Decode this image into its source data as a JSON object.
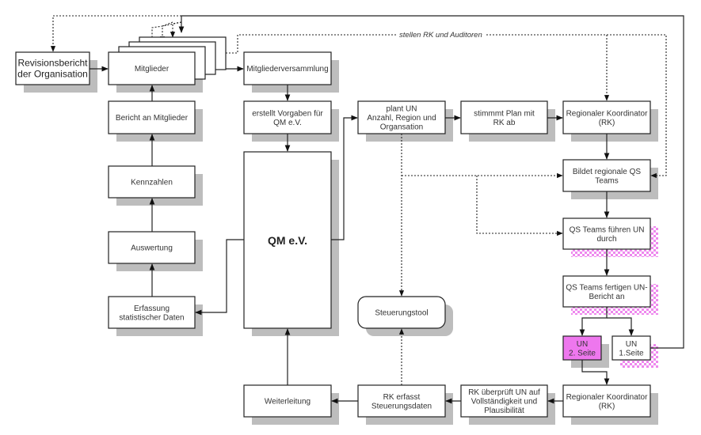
{
  "diagram": {
    "nodes": {
      "revisionsbericht": [
        "Revisionsbericht",
        "der Organisation"
      ],
      "mitglieder": [
        "Mitglieder"
      ],
      "mitgliederversammlung": [
        "Mitgliederversammlung"
      ],
      "bericht": [
        "Bericht an Mitglieder"
      ],
      "vorgaben": [
        "erstellt Vorgaben für",
        "QM e.V."
      ],
      "kennzahlen": [
        "Kennzahlen"
      ],
      "qm": [
        "QM e.V."
      ],
      "auswertung": [
        "Auswertung"
      ],
      "erfassung": [
        "Erfassung",
        "statistischer Daten"
      ],
      "weiterleitung": [
        "Weiterleitung"
      ],
      "plant": [
        "plant UN",
        "Anzahl, Region und",
        "Organsation"
      ],
      "stimmt": [
        "stimmmt Plan mit",
        "RK ab"
      ],
      "rk_top": [
        "Regionaler Koordinator",
        "(RK)"
      ],
      "bildet": [
        "Bildet regionale QS",
        "Teams"
      ],
      "fuehren": [
        "QS Teams führen UN",
        "durch"
      ],
      "fertigen": [
        "QS Teams fertigen UN-",
        "Bericht an"
      ],
      "un2": [
        "UN",
        "2. Seite"
      ],
      "un1": [
        "UN",
        "1.Seite"
      ],
      "steuerungstool": [
        "Steuerungstool"
      ],
      "rk_erfasst": [
        "RK erfasst",
        "Steuerungsdaten"
      ],
      "rk_prueft": [
        "RK überprüft UN auf",
        "Vollständigkeit und",
        "Plausibilität"
      ],
      "rk_bottom": [
        "Regionaler Koordinator",
        "(RK)"
      ]
    },
    "edge_label": "stellen RK und Auditoren",
    "colors": {
      "highlight_fill": "#ee77ee",
      "shadow": "#bdbdbd",
      "pattern": "#ee88ee",
      "stroke": "#222222"
    }
  }
}
